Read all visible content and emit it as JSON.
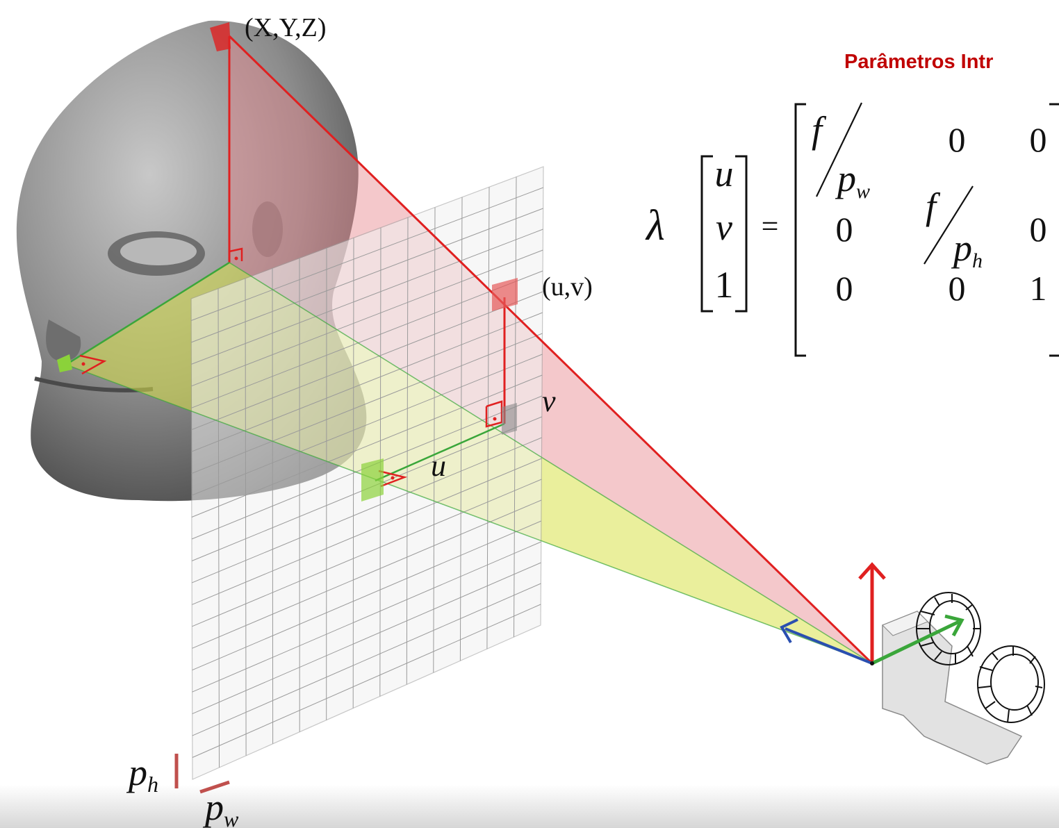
{
  "heading": "Parâmetros Intr",
  "labels": {
    "world_point": "(X,Y,Z)",
    "image_point": "(u,v)",
    "axis_u": "u",
    "axis_v": "v",
    "pixel_h_base": "p",
    "pixel_h_sub": "h",
    "pixel_w_base": "p",
    "pixel_w_sub": "w"
  },
  "equation": {
    "lambda": "λ",
    "equals": "=",
    "vector": [
      "u",
      "v",
      "1"
    ],
    "matrix": {
      "f": "f",
      "p": "p",
      "sub_w": "w",
      "sub_h": "h",
      "zero": "0",
      "one": "1"
    }
  },
  "colors": {
    "heading": "#c00000",
    "red_ray": "#e02020",
    "red_fill": "#e6868b",
    "yellow_fill": "#d9e14a",
    "green_axis": "#3aa63a",
    "blue_axis": "#2a4fb0",
    "grid_line": "#9a9a9a",
    "pixel_mark": "#c0504d"
  }
}
